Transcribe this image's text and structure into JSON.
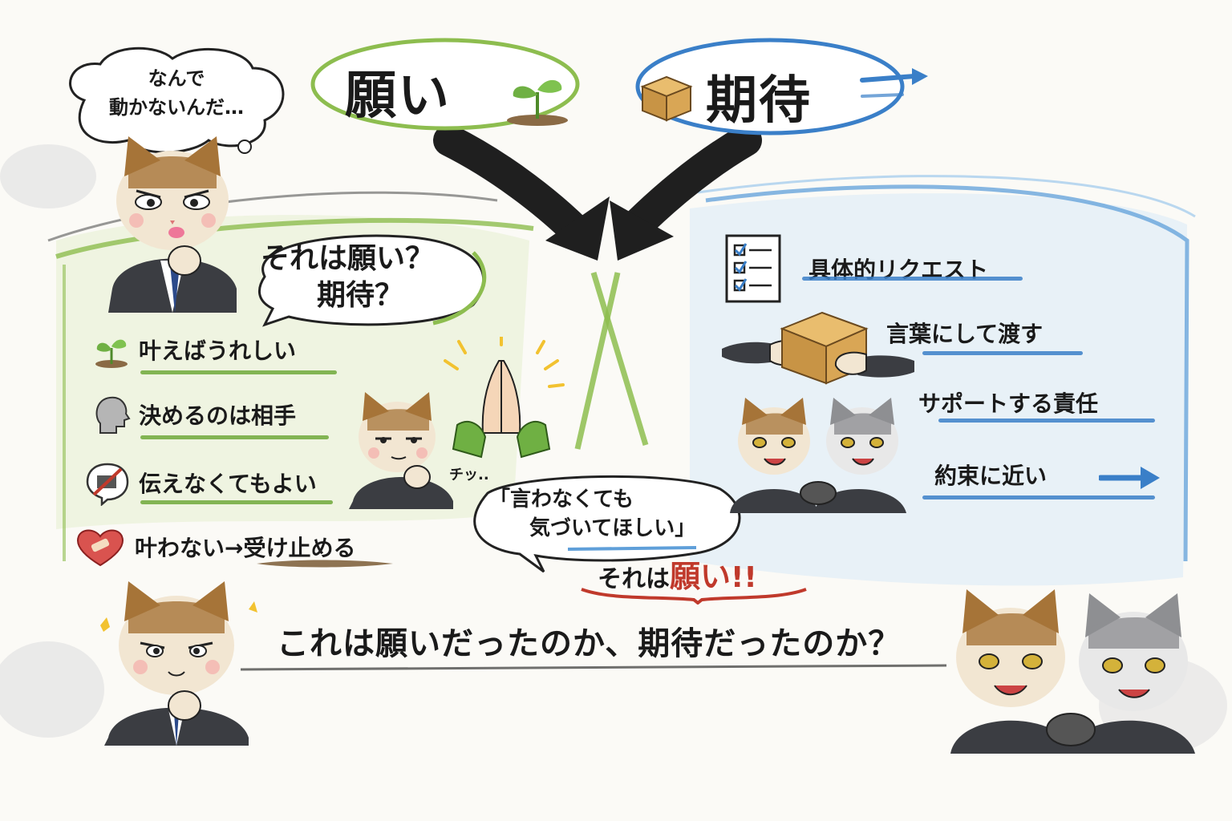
{
  "header": {
    "wish_label": "願い",
    "expectation_label": "期待"
  },
  "thought_bubble": {
    "line1": "なんで",
    "line2": "動かないんだ…"
  },
  "question_bubble": {
    "line1": "それは願い？",
    "line2": "期待？"
  },
  "wish_items": [
    {
      "icon": "sprout-icon",
      "label": "叶えばうれしい"
    },
    {
      "icon": "head-profile-icon",
      "label": "決めるのは相手"
    },
    {
      "icon": "no-speech-icon",
      "label": "伝えなくてもよい"
    },
    {
      "icon": "bandaged-heart-icon",
      "label": "叶わない→受け止める"
    }
  ],
  "expectation_items": [
    {
      "icon": "checklist-icon",
      "label": "具体的リクエスト"
    },
    {
      "icon": "package-handover-icon",
      "label": "言葉にして渡す"
    },
    {
      "icon": "handshake-cats-icon",
      "label": "サポートする責任"
    },
    {
      "icon": "arrow-right-icon",
      "label": "約束に近い"
    }
  ],
  "tch_text": "チッ..",
  "speech_bubble": {
    "line1": "「言わなくても",
    "line2": "気づいてほしい」"
  },
  "verdict": {
    "prefix": "それは",
    "highlight": "願い",
    "suffix": "!!"
  },
  "bottom_question": "これは願いだったのか、期待だったのか？",
  "colors": {
    "wish_green": "#7ab648",
    "expect_blue": "#3a7fc8",
    "verdict_red": "#c0392b",
    "arrow_black": "#1f1f1f"
  }
}
